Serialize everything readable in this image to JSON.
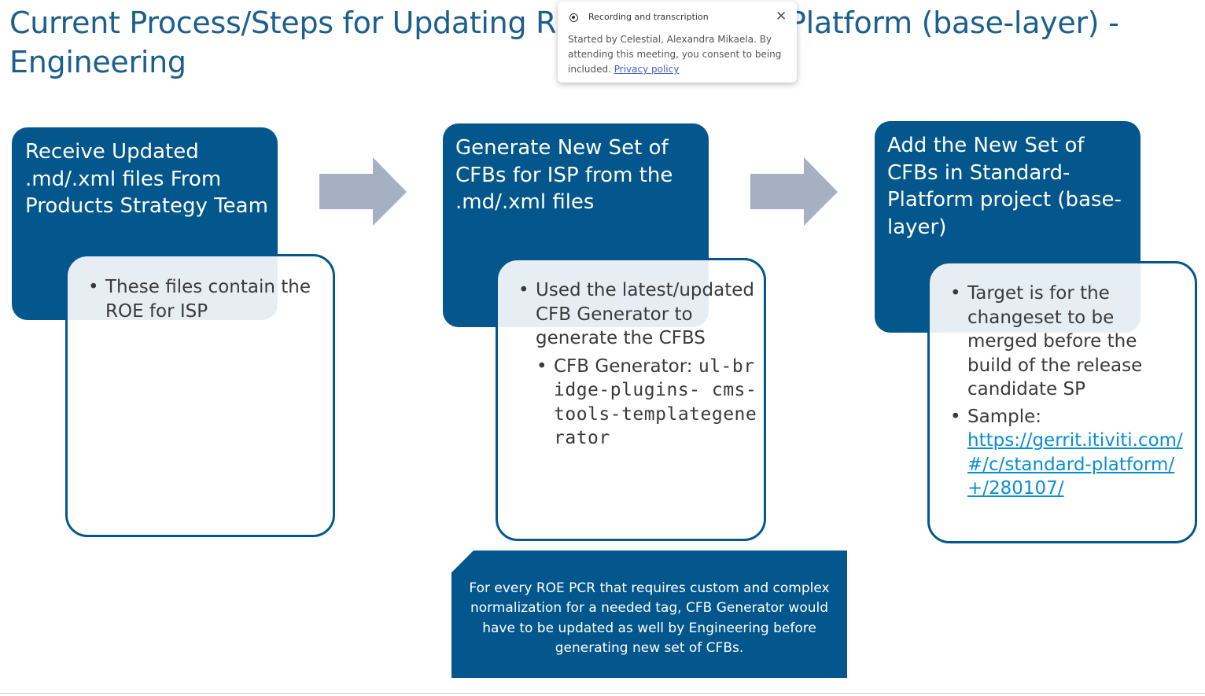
{
  "slide": {
    "title_line1": "Current Process/Steps for Updating ROE in Standard-Platform (base-layer) -",
    "title_line2": "Engineering"
  },
  "steps": [
    {
      "heading": "Receive Updated .md/.xml files From Products Strategy Team",
      "bullets": [
        "These files contain the ROE for ISP"
      ]
    },
    {
      "heading": "Generate New Set of CFBs for ISP from the .md/.xml files",
      "bullets": [
        "Used the latest/updated CFB Generator to generate the CFBS"
      ],
      "sub_bullet_label": "CFB Generator: ",
      "sub_bullet_code": "ul-bridge-plugins- cms-tools-templategenerator"
    },
    {
      "heading": "Add the New Set of CFBs in Standard-Platform project (base-layer)",
      "bullets": [
        "Target is for the changeset to be merged before the build of the release candidate SP"
      ],
      "sample_label": "Sample:",
      "sample_link": "https://gerrit.itiviti.com/#/c/standard-platform/+/280107/"
    }
  ],
  "note": "For every ROE PCR that requires custom and complex normalization for a needed tag, CFB Generator would have to be updated as well by Engineering before generating new set of CFBs.",
  "recording_popup": {
    "header": "Recording and transcription",
    "body": "Started by Celestial, Alexandra Mikaela. By attending this meeting, you consent to being included.",
    "policy_link": "Privacy policy",
    "close_icon": "close-icon"
  },
  "colors": {
    "primary_blue": "#03578d",
    "arrow_gray": "#a5b1c2",
    "title_blue": "#1d5f8c",
    "link_blue": "#0b8ed0"
  }
}
